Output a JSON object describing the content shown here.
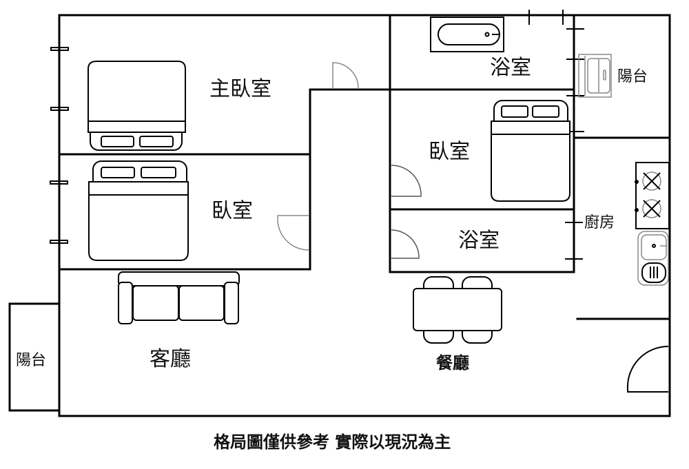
{
  "floorplan": {
    "rooms": {
      "master_bedroom": "主臥室",
      "bedroom_left": "臥室",
      "bedroom_right": "臥室",
      "bathroom_top": "浴室",
      "bathroom_mid": "浴室",
      "balcony_right": "陽台",
      "balcony_left": "陽台",
      "kitchen": "廚房",
      "living_room": "客廳",
      "dining_room": "餐廳"
    },
    "fixtures": [
      "double-bed",
      "double-bed",
      "double-bed",
      "bathtub",
      "washing-machine",
      "stove",
      "sink",
      "sofa",
      "dining-table",
      "chairs"
    ],
    "disclaimer": "格局圖僅供參考 實際以現況為主"
  },
  "colors": {
    "line": "#000000",
    "background": "#ffffff"
  }
}
